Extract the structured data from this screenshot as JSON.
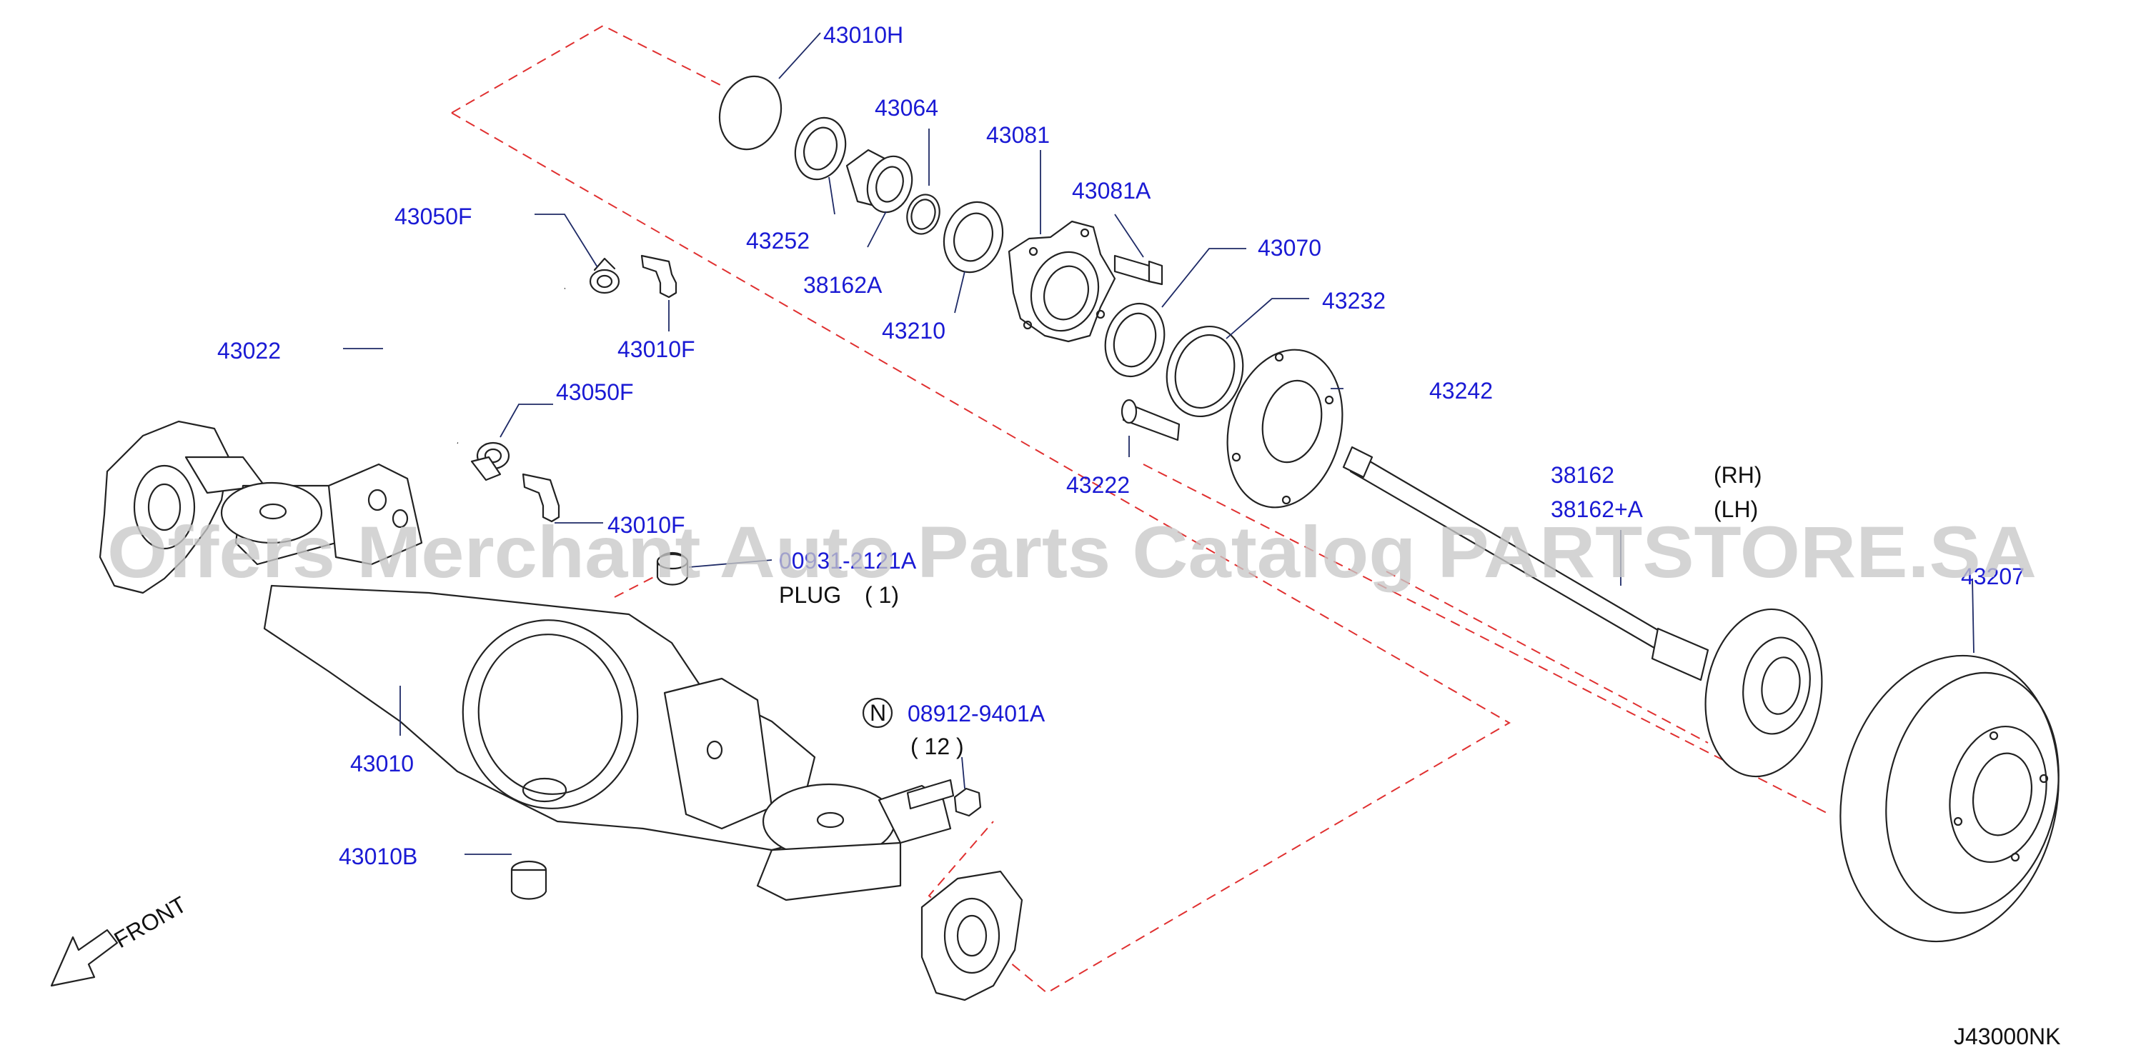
{
  "diagram": {
    "drawing_code": "J43000NK",
    "watermark": "Offers Merchant Auto Parts Catalog PARTSTORE.SA",
    "front_label": "FRONT",
    "callouts": [
      {
        "id": "43010H",
        "label": "43010H"
      },
      {
        "id": "43064",
        "label": "43064"
      },
      {
        "id": "43081",
        "label": "43081"
      },
      {
        "id": "43081A",
        "label": "43081A"
      },
      {
        "id": "43252",
        "label": "43252"
      },
      {
        "id": "38162A",
        "label": "38162A"
      },
      {
        "id": "43070",
        "label": "43070"
      },
      {
        "id": "43210",
        "label": "43210"
      },
      {
        "id": "43232",
        "label": "43232"
      },
      {
        "id": "43050F_top",
        "label": "43050F"
      },
      {
        "id": "43010F_top",
        "label": "43010F"
      },
      {
        "id": "43022",
        "label": "43022"
      },
      {
        "id": "43050F_mid",
        "label": "43050F"
      },
      {
        "id": "43242",
        "label": "43242"
      },
      {
        "id": "43222",
        "label": "43222"
      },
      {
        "id": "43010F_mid",
        "label": "43010F"
      },
      {
        "id": "38162",
        "label": "38162",
        "side": "(RH)"
      },
      {
        "id": "38162A_lh",
        "label": "38162+A",
        "side": "(LH)"
      },
      {
        "id": "plug",
        "label": "00931-2121A",
        "desc": "PLUG",
        "qty": "( 1)"
      },
      {
        "id": "43207",
        "label": "43207"
      },
      {
        "id": "08912-9401A",
        "label": "08912-9401A",
        "qty": "( 12 )",
        "symbol": "N"
      },
      {
        "id": "43010",
        "label": "43010"
      },
      {
        "id": "43010B",
        "label": "43010B"
      }
    ]
  }
}
